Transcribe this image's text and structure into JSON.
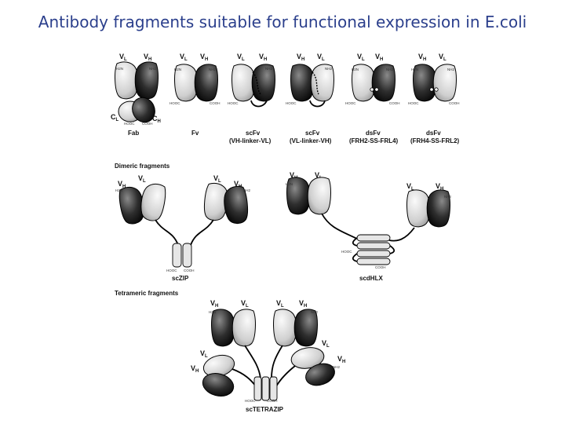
{
  "slide": {
    "title": "Antibody fragments suitable for functional expression in E.coli"
  },
  "labels": {
    "vl": "V",
    "vh": "V",
    "l": "L",
    "h": "H",
    "cl": "C",
    "ch": "C",
    "h2n": "H2N",
    "nh2": "NH2",
    "hooc": "HOOC",
    "cooh": "COOH"
  },
  "fragments": {
    "fab": "Fab",
    "fv": "Fv",
    "scfv_a_name": "scFv",
    "scfv_a_desc": "(VH-linker-VL)",
    "scfv_b_name": "scFv",
    "scfv_b_desc": "(VL-linker-VH)",
    "dsfv_a_name": "dsFv",
    "dsfv_a_desc": "(FRH2-SS-FRL4)",
    "dsfv_b_name": "dsFv",
    "dsfv_b_desc": "(FRH4-SS-FRL2)"
  },
  "sections": {
    "dimeric": "Dimeric fragments",
    "tetrameric": "Tetrameric fragments"
  },
  "constructs": {
    "sczip": "scZIP",
    "scdhlx": "scdHLX",
    "sctetrazip": "scTETRAZIP"
  }
}
